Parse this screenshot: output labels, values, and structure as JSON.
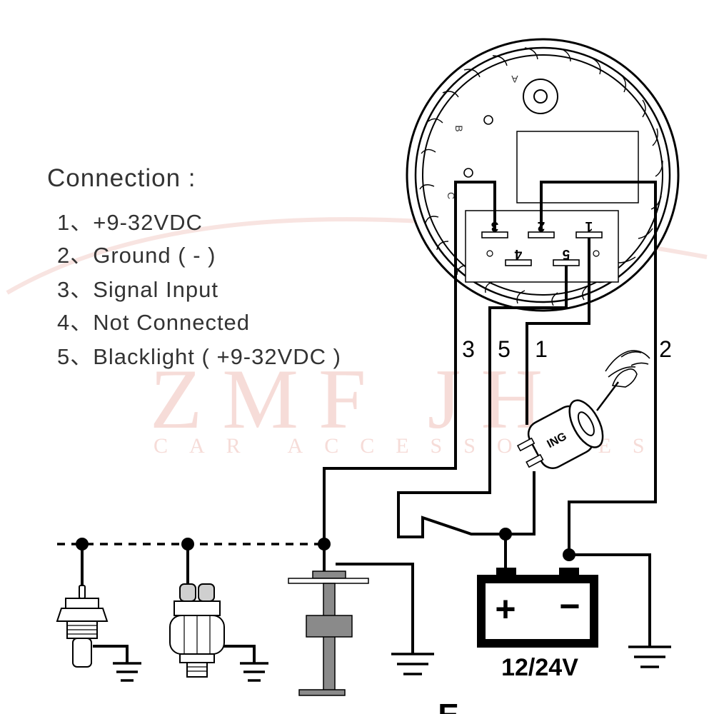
{
  "watermark": {
    "brand": "ZMF JH",
    "sub": "CAR ACCESSORIES"
  },
  "legend": {
    "title": "Connection :",
    "items": [
      "1、+9-32VDC",
      "2、Ground ( - )",
      "3、Signal  Input",
      "4、Not Connected",
      "5、Blacklight ( +9-32VDC )"
    ]
  },
  "gauge": {
    "hole_labels": [
      "A",
      "B",
      "C"
    ],
    "pins": [
      "1",
      "2",
      "3",
      "4",
      "5"
    ]
  },
  "wires": {
    "labels": [
      "3",
      "5",
      "1",
      "2"
    ]
  },
  "ignition": {
    "label": "ING"
  },
  "battery": {
    "plus": "+",
    "minus": "−",
    "voltage": "12/24V"
  },
  "footer": {
    "mark": "E"
  },
  "colors": {
    "line": "#000000",
    "text": "#333333",
    "sensor_gray": "#8a8a8a",
    "watermark": "#f6dcd8"
  }
}
